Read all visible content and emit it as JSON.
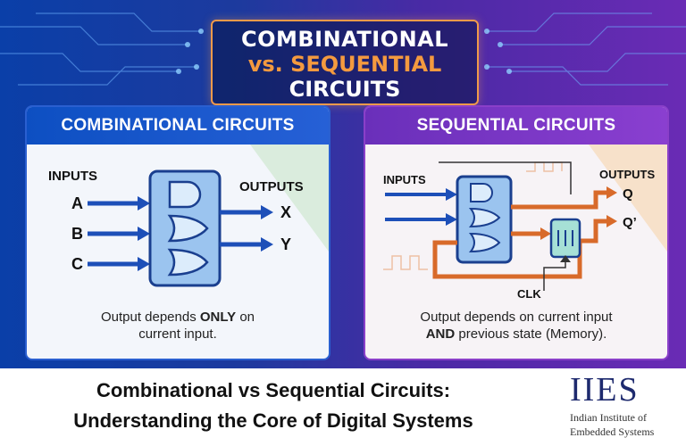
{
  "hero": {
    "title_line1": "COMBINATIONAL",
    "title_line2": "vs. SEQUENTIAL",
    "title_line3": "CIRCUITS"
  },
  "left_panel": {
    "heading": "COMBINATIONAL CIRCUITS",
    "inputs_label": "INPUTS",
    "inputs": [
      "A",
      "B",
      "C"
    ],
    "outputs_label": "OUTPUTS",
    "outputs": [
      "X",
      "Y"
    ],
    "caption_pre": "Output depends ",
    "caption_bold": "ONLY",
    "caption_post": " on",
    "caption_line2": "current input."
  },
  "right_panel": {
    "heading": "SEQUENTIAL CIRCUITS",
    "inputs_label": "INPUTS",
    "outputs_label": "OUTPUTS",
    "outputs": [
      "Q",
      "Q’"
    ],
    "clock_label": "CLK",
    "caption_line1": "Output depends on current input",
    "caption_bold": "AND",
    "caption_post": " previous state (Memory)."
  },
  "footer": {
    "headline_line1": "Combinational vs Sequential Circuits:",
    "headline_line2": "Understanding the Core of Digital Systems"
  },
  "logo": {
    "mark": "IIES",
    "name_line1": "Indian Institute of",
    "name_line2": "Embedded Systems"
  },
  "colors": {
    "accent_orange": "#f49a3f",
    "blue": "#2a5fd0",
    "purple": "#8a3fc9",
    "logo_navy": "#1e2a6e"
  }
}
